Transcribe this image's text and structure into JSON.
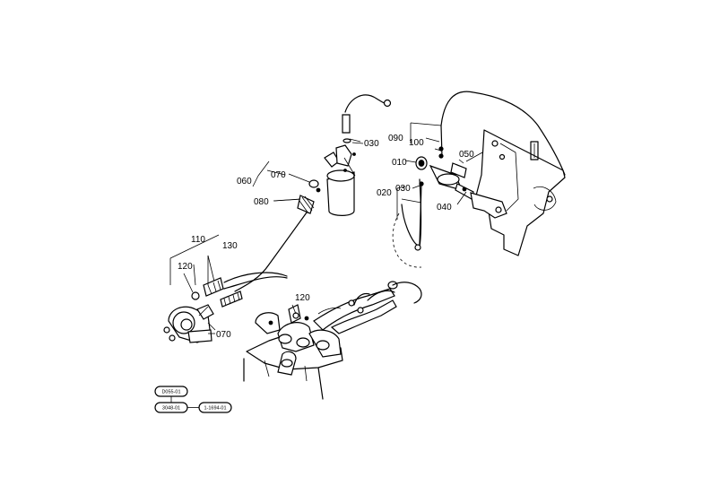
{
  "labels": {
    "p010": "010",
    "p020": "020",
    "p030a": "030",
    "p030b": "030",
    "p040": "040",
    "p050": "050",
    "p060": "060",
    "p070a": "070",
    "p070b": "070",
    "p080": "080",
    "p090": "090",
    "p100": "100",
    "p110": "110",
    "p120a": "120",
    "p120b": "120",
    "p130": "130"
  },
  "refs": {
    "r1": "D055-01",
    "r2": "3048-01",
    "r3": "1-1694-01"
  }
}
